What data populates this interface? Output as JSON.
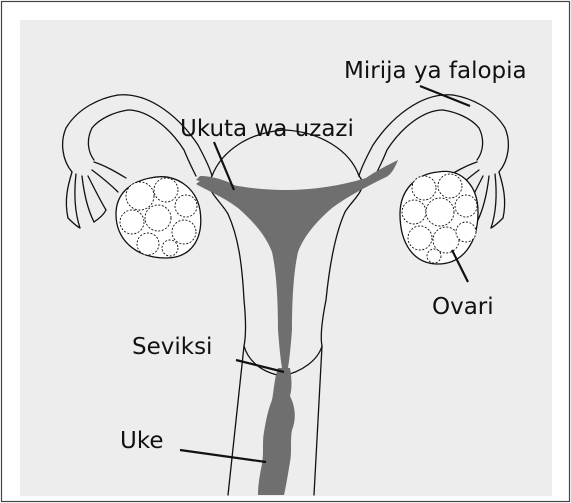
{
  "diagram": {
    "colors": {
      "background": "#ffffff",
      "panel": "#ededed",
      "frame": "#444444",
      "outline": "#111111",
      "cavity": "#6f6f6f"
    },
    "labels": {
      "fallopian_tube": "Mirija ya falopia",
      "uterine_wall": "Ukuta wa uzazi",
      "ovary": "Ovari",
      "cervix": "Seviksi",
      "vagina": "Uke"
    }
  }
}
